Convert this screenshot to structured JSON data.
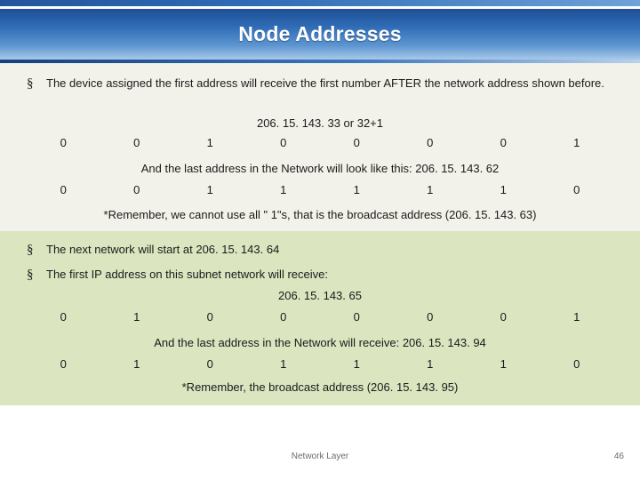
{
  "slide": {
    "title": "Node Addresses",
    "bullet_marker": "§"
  },
  "section_a": {
    "bullet": "The device assigned the first address will receive the first number AFTER the network address shown before.",
    "address_line": "206. 15. 143. 33 or 32+1",
    "bits_first": [
      "0",
      "0",
      "1",
      "0",
      "0",
      "0",
      "0",
      "1"
    ],
    "last_address_line": "And the last address in the Network will look like this: 206. 15. 143. 62",
    "bits_last": [
      "0",
      "0",
      "1",
      "1",
      "1",
      "1",
      "1",
      "0"
    ],
    "note": "*Remember, we cannot use all \" 1\"s, that is the broadcast address (206. 15. 143. 63)"
  },
  "section_b": {
    "bullet_1": "The next network will start at 206. 15. 143. 64",
    "bullet_2": "The first IP address on this subnet network will receive:",
    "address_line": "206. 15. 143. 65",
    "bits_first": [
      "0",
      "1",
      "0",
      "0",
      "0",
      "0",
      "0",
      "1"
    ],
    "last_address_line": "And the last address in the Network will receive: 206. 15. 143. 94",
    "bits_last": [
      "0",
      "1",
      "0",
      "1",
      "1",
      "1",
      "1",
      "0"
    ],
    "note": "*Remember, the broadcast address (206. 15. 143. 95)"
  },
  "footer": {
    "label": "Network Layer",
    "page": "46"
  },
  "colors": {
    "title_bar_dark": "#1f4f96",
    "title_bar_light": "#a8c9e8",
    "block_a_bg": "#f2f2ea",
    "block_b_bg": "#dbe5c0",
    "text": "#1a1a1a",
    "footer_text": "#6b6b6b"
  }
}
